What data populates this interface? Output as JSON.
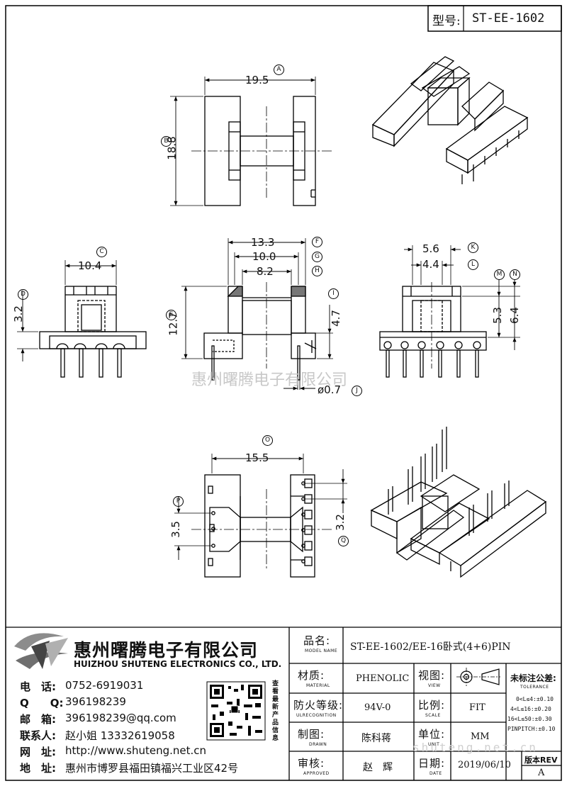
{
  "header": {
    "model_label": "型号:",
    "model_value": "ST-EE-1602"
  },
  "drawing": {
    "watermark": "惠州曙腾电子有限公司",
    "watermark2": "shuteng.net.cn",
    "dims": {
      "A": "19.5",
      "B": "18.8",
      "C": "10.4",
      "D": "3.2",
      "E": "12.7",
      "F": "13.3",
      "G": "10.0",
      "H": "8.2",
      "I": "4.7",
      "J": "ø0.7",
      "K": "5.6",
      "L": "4.4",
      "M": "5.3",
      "N": "6.4",
      "O": "15.5",
      "P": "3.5",
      "Q": "3.2"
    },
    "letters": {
      "A": "A",
      "B": "B",
      "C": "C",
      "D": "D",
      "E": "E",
      "F": "F",
      "G": "G",
      "H": "H",
      "I": "I",
      "J": "J",
      "K": "K",
      "L": "L",
      "M": "M",
      "N": "N",
      "O": "O",
      "P": "P",
      "Q": "Q"
    }
  },
  "company": {
    "name_cn": "惠州曙腾电子有限公司",
    "name_en": "HUIZHOU SHUTENG ELECTRONICS CO., LTD.",
    "qr_caption": "查看最新产品信息",
    "contacts": [
      {
        "label": "电　话:",
        "value": "0752-6919031"
      },
      {
        "label": "Q　　Q:",
        "value": "396198239"
      },
      {
        "label": "邮　箱:",
        "value": "396198239@qq.com"
      },
      {
        "label": "联系人:",
        "value": "赵小姐 13332619058"
      },
      {
        "label": "网　址:",
        "value": "http://www.shuteng.net.cn"
      },
      {
        "label": "地　址:",
        "value": "惠州市博罗县福田镇福兴工业区42号"
      }
    ]
  },
  "titleblock": {
    "model_name_label": "品名:",
    "model_name_sub": "MODEL NAME",
    "model_name_value": "ST-EE-1602/EE-16卧式(4+6)PIN",
    "material_label": "材质:",
    "material_sub": "MATERIAL",
    "material_value": "PHENOLIC",
    "view_label": "视图:",
    "view_sub": "VIEW",
    "tolerance_label": "未标注公差:",
    "tolerance_sub": "TOLERANCE",
    "tolerance_lines": [
      "0<L≤4:±0.10",
      "4<L≤16:±0.20",
      "16<L≤50:±0.30",
      "PINPITCH:±0.10"
    ],
    "ul_label": "防火等级:",
    "ul_sub": "ULRECOGNITION",
    "ul_value": "94V-0",
    "scale_label": "比例:",
    "scale_sub": "SCALE",
    "scale_value": "FIT",
    "drawn_label": "制图:",
    "drawn_sub": "DRAWN",
    "drawn_value": "陈科蒋",
    "unit_label": "单位:",
    "unit_sub": "UNIT",
    "unit_value": "MM",
    "approved_label": "审核:",
    "approved_sub": "APPROVED",
    "approved_value": "赵　辉",
    "date_label": "日期:",
    "date_sub": "DATE",
    "date_value": "2019/06/10",
    "rev_label": "版本REV",
    "rev_value": "A"
  }
}
